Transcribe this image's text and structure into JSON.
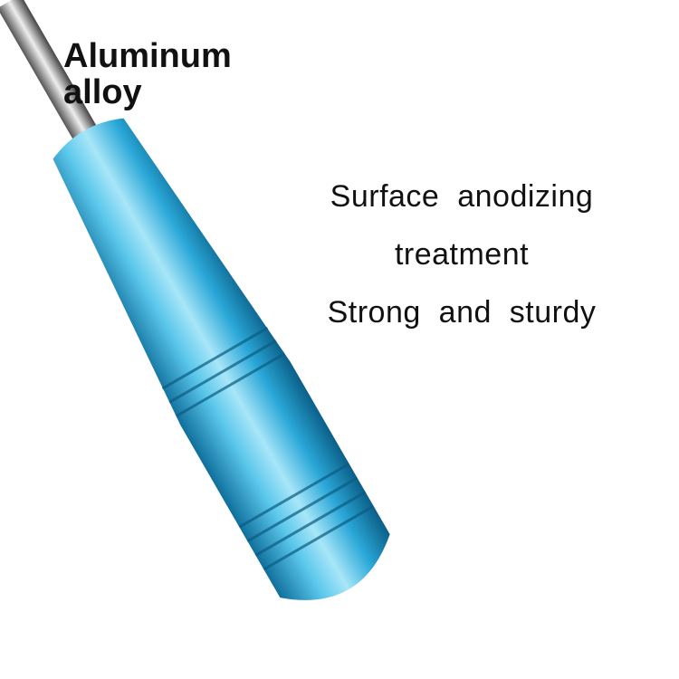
{
  "heading": {
    "line1": "Aluminum",
    "line2": "alloy"
  },
  "description": {
    "line1": "Surface  anodizing",
    "line2": "treatment",
    "line3": "Strong  and  sturdy"
  },
  "colors": {
    "handle": "#2aa8d8",
    "handle_dark": "#0f6f9c",
    "handle_light": "#8fdcf5"
  }
}
